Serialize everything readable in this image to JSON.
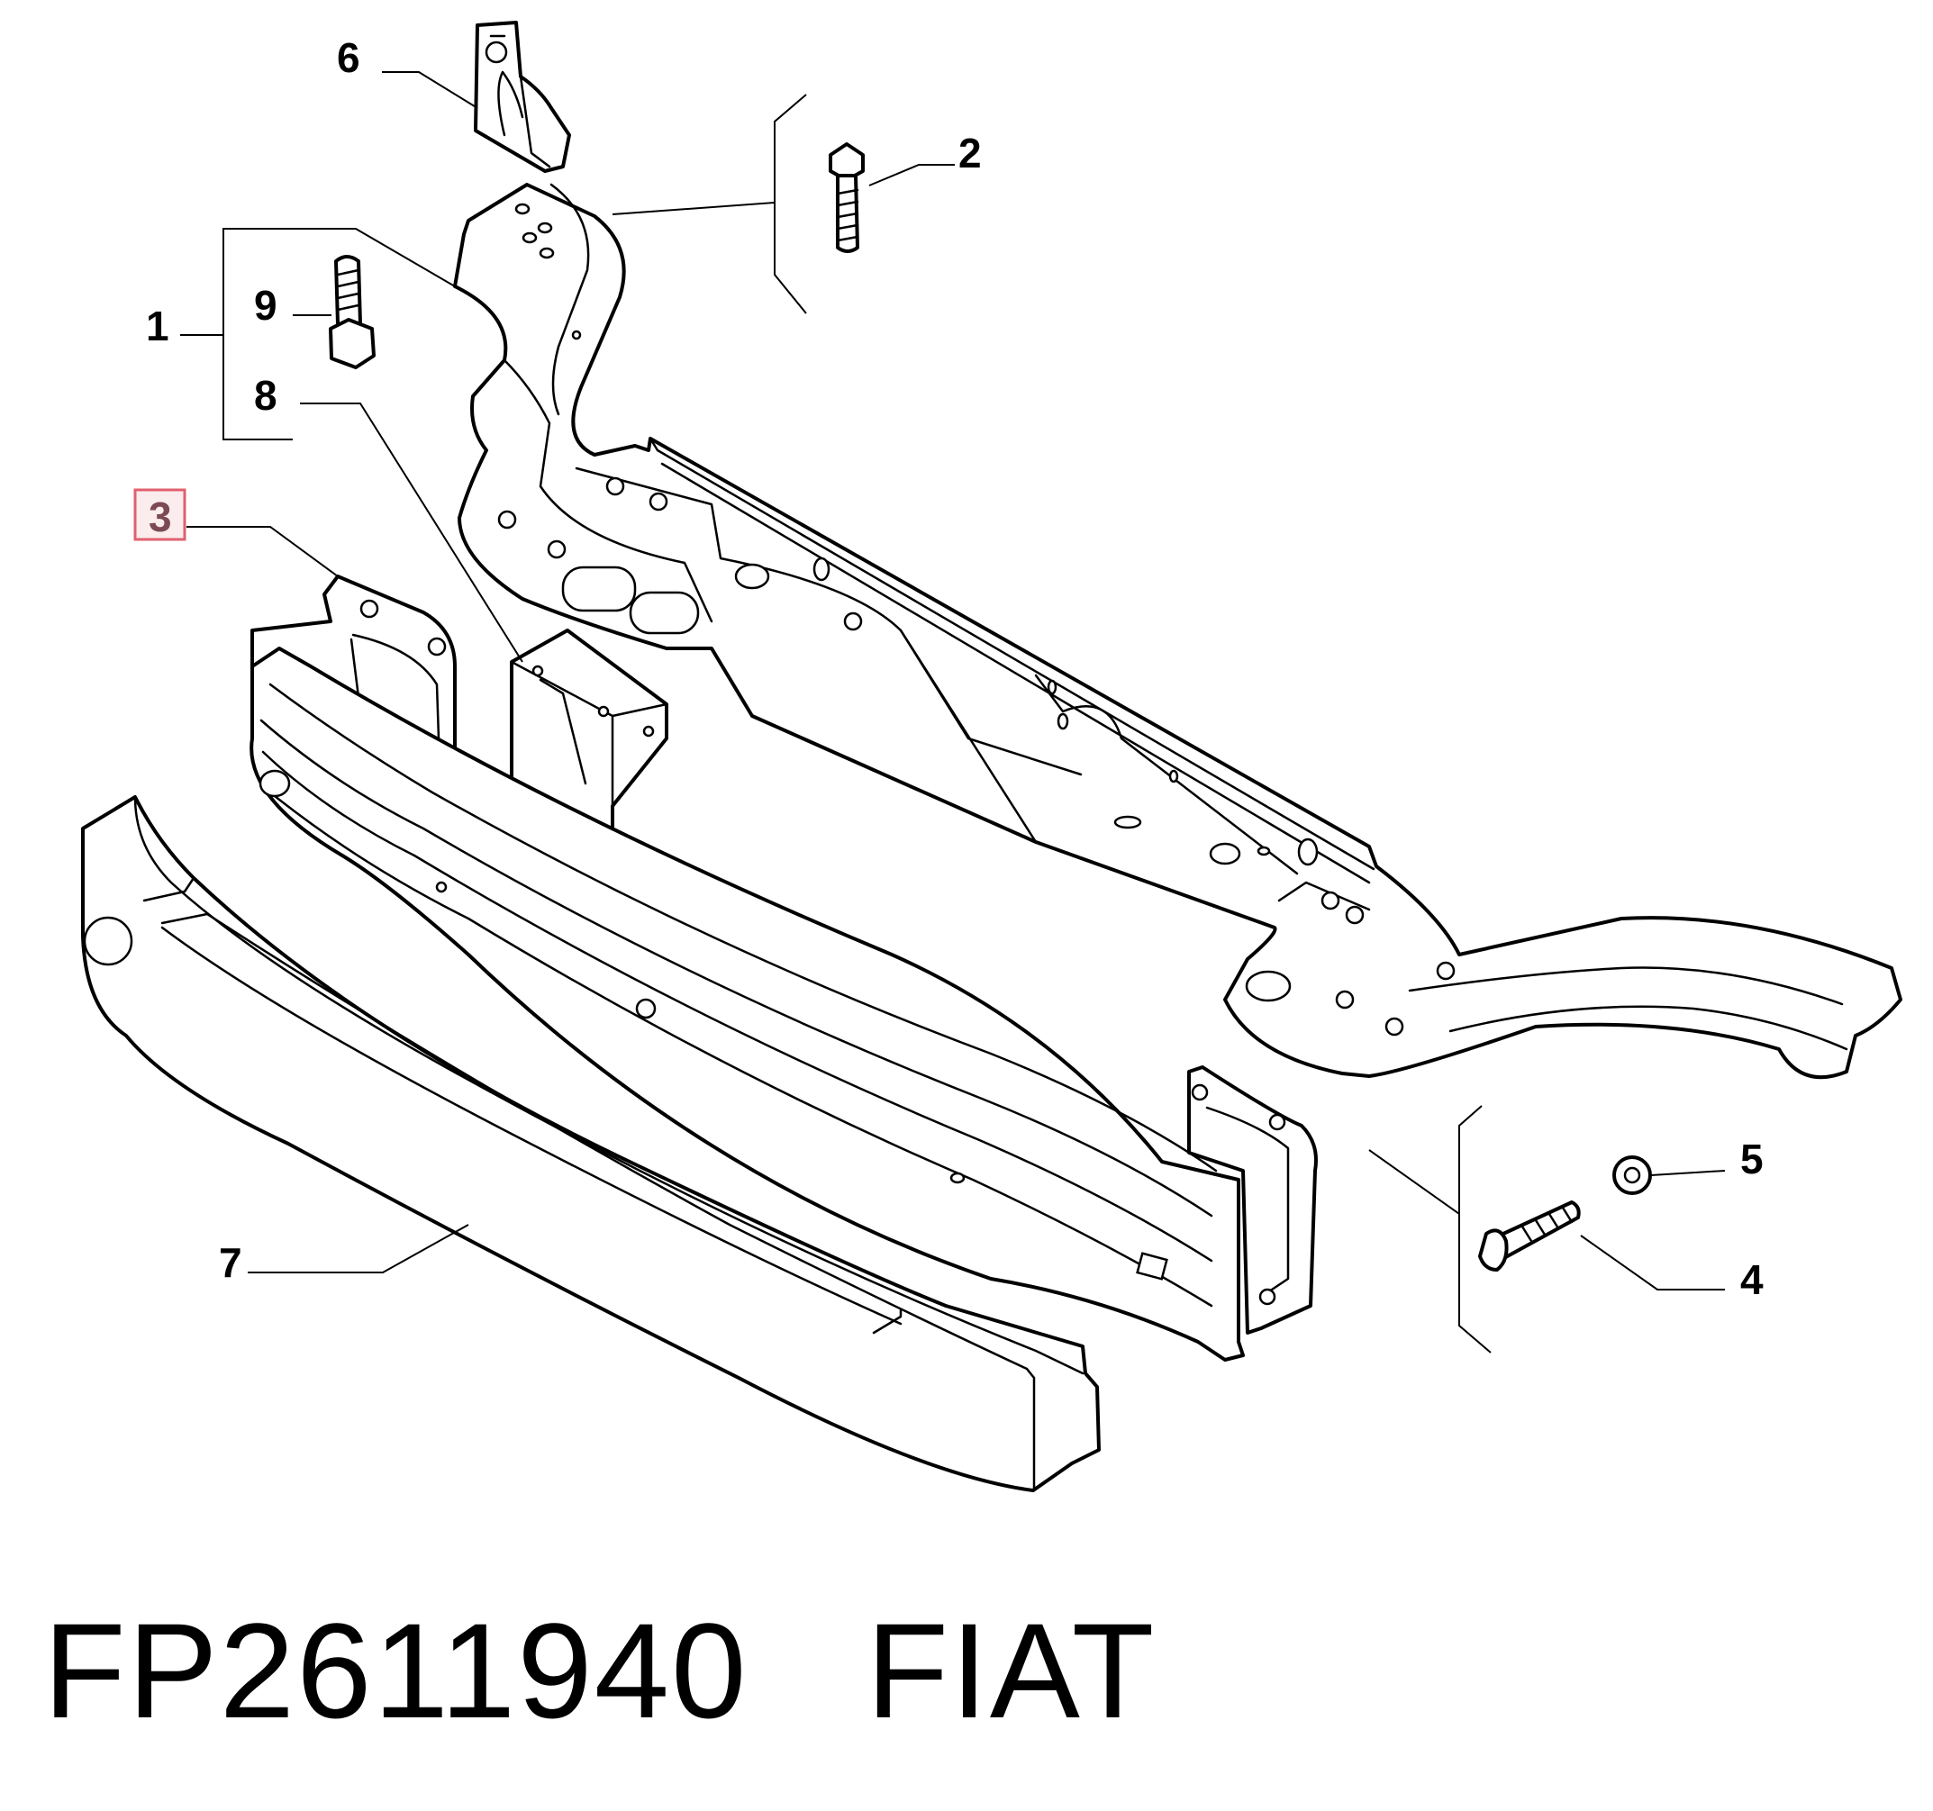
{
  "diagram": {
    "callouts": [
      {
        "id": "1",
        "label": "1"
      },
      {
        "id": "2",
        "label": "2"
      },
      {
        "id": "3",
        "label": "3",
        "highlighted": true,
        "highlight_color": "#e0606f"
      },
      {
        "id": "4",
        "label": "4"
      },
      {
        "id": "5",
        "label": "5"
      },
      {
        "id": "6",
        "label": "6"
      },
      {
        "id": "7",
        "label": "7"
      },
      {
        "id": "8",
        "label": "8"
      },
      {
        "id": "9",
        "label": "9"
      }
    ]
  },
  "caption": {
    "part_number": "FP2611940",
    "brand": "FIAT"
  }
}
